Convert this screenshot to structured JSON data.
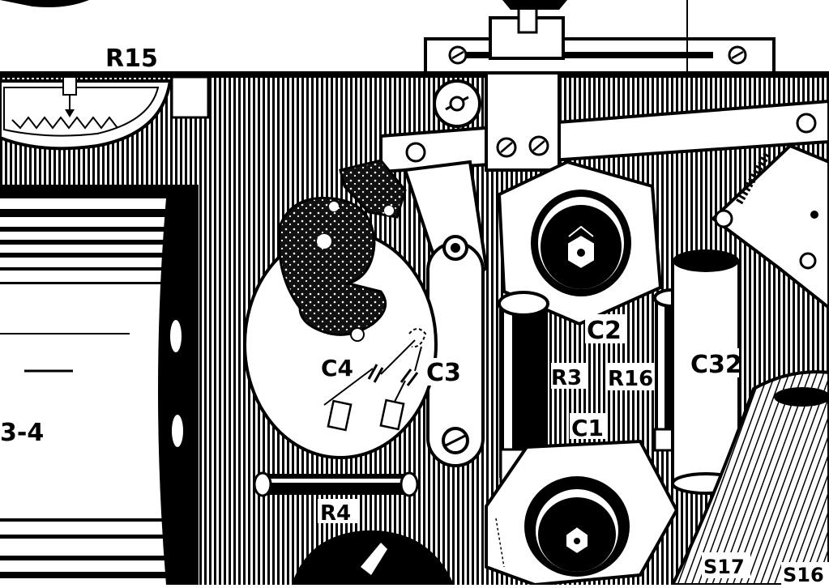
{
  "diagram": {
    "labels": {
      "r15": "R15",
      "c4": "C4",
      "c3": "C3",
      "c2": "C2",
      "r3": "R3",
      "r16": "R16",
      "c32": "C32",
      "c1": "C1",
      "r4": "R4",
      "s17": "S17",
      "s16": "S16",
      "edge": "3-4"
    },
    "colors": {
      "ink": "#000000",
      "paper": "#ffffff"
    }
  }
}
